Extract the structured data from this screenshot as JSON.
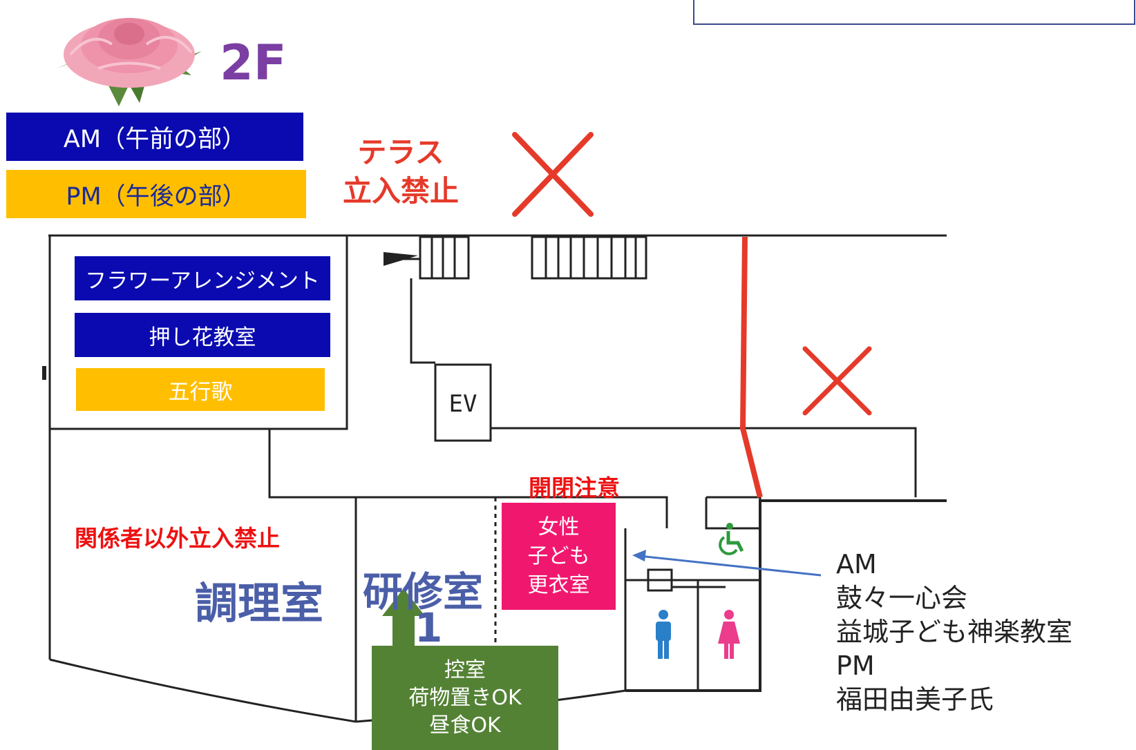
{
  "floor": {
    "label": "2F"
  },
  "legend": {
    "am": {
      "label": "AM（午前の部）",
      "color": "#0a0ab0"
    },
    "pm": {
      "label": "PM（午後の部）",
      "color": "#ffbf00"
    }
  },
  "terrace": {
    "line1": "テラス",
    "line2": "立入禁止"
  },
  "room_left": {
    "tags": [
      {
        "label": "フラワーアレンジメント",
        "session": "am"
      },
      {
        "label": "押し花教室",
        "session": "am"
      },
      {
        "label": "五行歌",
        "session": "pm"
      }
    ]
  },
  "elevator": {
    "label": "EV"
  },
  "notices": {
    "door_caution": "開閉注意",
    "staff_only": "関係者以外立入禁止"
  },
  "rooms": {
    "kitchen": "調理室",
    "training": "研修室",
    "training_number": "1"
  },
  "changing_room": {
    "line1": "女性",
    "line2": "子ども",
    "line3": "更衣室",
    "color": "#f0186e"
  },
  "waiting_room": {
    "line1": "控室",
    "line2": "荷物置きOK",
    "line3": "昼食OK",
    "color": "#548235"
  },
  "schedule": {
    "am_label": "AM",
    "am_items": [
      "鼓々一心会",
      "益城子ども神楽教室"
    ],
    "pm_label": "PM",
    "pm_items": [
      "福田由美子氏"
    ]
  },
  "colors": {
    "red": "#e53a2a",
    "wall": "#222222",
    "arrow_blue": "#4472c4"
  }
}
